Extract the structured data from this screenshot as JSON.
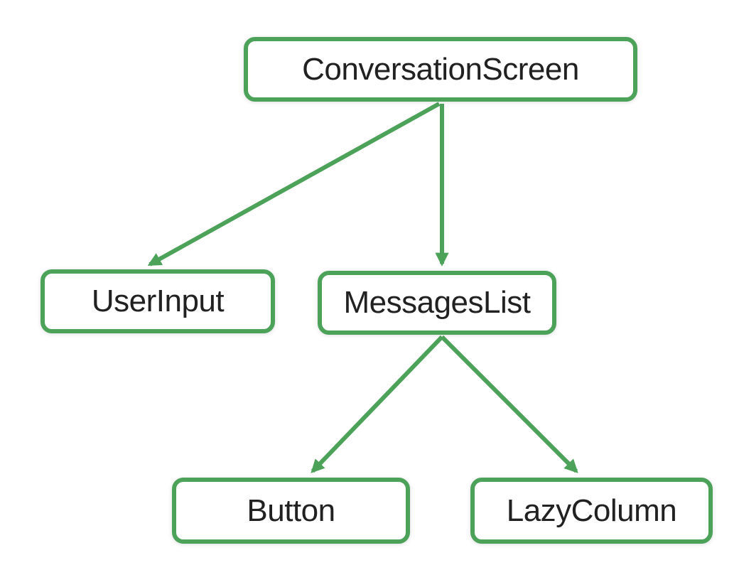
{
  "diagram": {
    "accent_color": "#4DA25A",
    "text_color": "#212121",
    "box_background": "#FFFFFF",
    "nodes": [
      {
        "id": "conversation-screen",
        "label": "ConversationScreen"
      },
      {
        "id": "user-input",
        "label": "UserInput"
      },
      {
        "id": "messages-list",
        "label": "MessagesList"
      },
      {
        "id": "button",
        "label": "Button"
      },
      {
        "id": "lazy-column",
        "label": "LazyColumn"
      }
    ],
    "edges": [
      {
        "from": "ConversationScreen",
        "to": "UserInput"
      },
      {
        "from": "ConversationScreen",
        "to": "MessagesList"
      },
      {
        "from": "MessagesList",
        "to": "Button"
      },
      {
        "from": "MessagesList",
        "to": "LazyColumn"
      }
    ]
  }
}
